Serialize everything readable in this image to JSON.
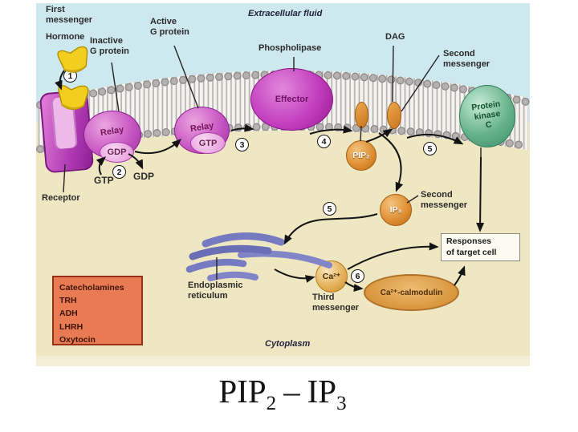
{
  "regions": {
    "extracellular_fluid": "Extracellular fluid",
    "cytoplasm": "Cytoplasm"
  },
  "labels": {
    "first_messenger": "First\nmessenger",
    "hormone": "Hormone",
    "inactive_g_protein": "Inactive\nG protein",
    "active_g_protein": "Active\nG protein",
    "phospholipase": "Phospholipase",
    "dag": "DAG",
    "second_messenger_dag": "Second\nmessenger",
    "second_messenger_ip3": "Second\nmessenger",
    "receptor": "Receptor",
    "gtp_free": "GTP",
    "gdp_free": "GDP",
    "endoplasmic_reticulum": "Endoplasmic\nreticulum",
    "third_messenger": "Third\nmessenger"
  },
  "molecules": {
    "relay1": "Relay",
    "relay2": "Relay",
    "gdp_bound": "GDP",
    "gtp_bound": "GTP",
    "effector": "Effector",
    "protein_kinase_c": "Protein\nkinase\nC",
    "pip2": "PIP₂",
    "ip3": "IP₃",
    "ca": "Ca²⁺",
    "ca_calmodulin": "Ca²⁺-calmodulin"
  },
  "steps": [
    "1",
    "2",
    "3",
    "4",
    "5",
    "5",
    "6"
  ],
  "responses_box": "Responses\nof target cell",
  "hormone_box": {
    "items": [
      "Catecholamines",
      "TRH",
      "ADH",
      "LHRH",
      "Oxytocin"
    ]
  },
  "footer_title": {
    "p1": "PIP",
    "sub1": "2",
    "dash": "–",
    "p2": "IP",
    "sub2": "3"
  },
  "colors": {
    "extracellular_bg": "#cde8ee",
    "cytoplasm_bg": "#efe7c2",
    "membrane_bead": "#9b9696",
    "protein_magenta": "#c33fbe",
    "messenger_orange": "#dd8c30",
    "kinase_green": "#66b28b",
    "er_slate": "#767ac0",
    "hormone_yellow": "#f2ce1f",
    "hormone_box_bg": "#e87a54"
  }
}
